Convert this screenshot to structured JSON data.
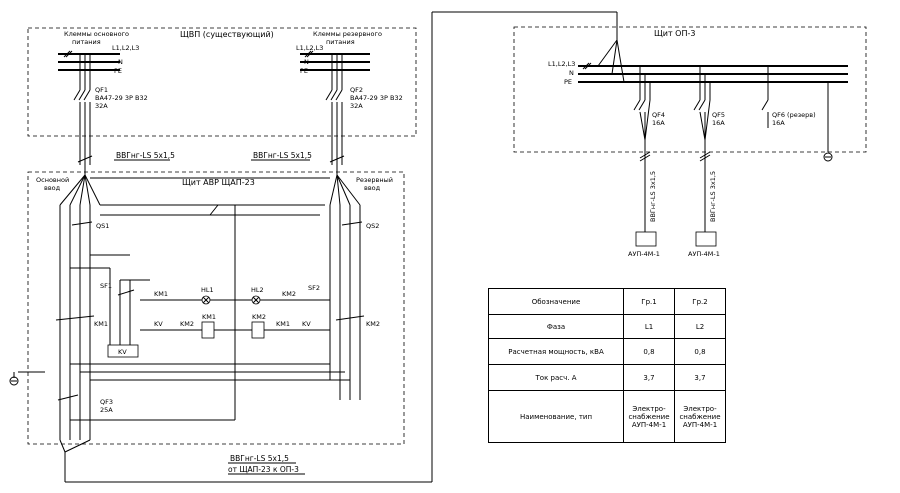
{
  "vvp": {
    "title": "ЩВП (существующий)",
    "main_terminals": "Клеммы основного питания",
    "main_terminals_1": "Клеммы основного",
    "main_terminals_2": "питания",
    "reserve_terminals_1": "Клеммы резервного",
    "reserve_terminals_2": "питания",
    "bus_l": "L1,L2,L3",
    "bus_n": "N",
    "bus_pe": "PE",
    "qf1": "QF1",
    "qf1_spec": "ВА47-29 3Р В32",
    "qf1_rating": "32А",
    "qf2": "QF2",
    "qf2_spec": "ВА47-29 3Р В32",
    "qf2_rating": "32А"
  },
  "cables": {
    "main": "ВВГнг-LS 5х1,5",
    "reserve": "ВВГнг-LS 5х1,5",
    "out": "ВВГнг-LS 5х1,5",
    "out_route": "от ЩАП-23 к ОП-3",
    "feeder1": "ВВГнг-LS 3х1,5",
    "feeder2": "ВВГнг-LS 3х1,5"
  },
  "avr": {
    "title": "Щит АВР ЩАП-23",
    "main_input_1": "Основной",
    "main_input_2": "ввод",
    "reserve_input_1": "Резервный",
    "reserve_input_2": "ввод",
    "qs1": "QS1",
    "qs2": "QS2",
    "sf1": "SF1",
    "sf2": "SF2",
    "km1": "KM1",
    "km2": "KM2",
    "kv": "KV",
    "hl1": "HL1",
    "hl2": "HL2",
    "qf3": "QF3",
    "qf3_rating": "25А"
  },
  "op3": {
    "title": "Щит ОП-3",
    "bus_l": "L1,L2,L3",
    "bus_n": "N",
    "bus_pe": "PE",
    "qf4": "QF4",
    "qf4_rating": "16А",
    "qf5": "QF5",
    "qf5_rating": "16А",
    "qf6": "QF6 (резерв)",
    "qf6_rating": "16А",
    "load1": "АУП-4М-1",
    "load2": "АУП-4М-1"
  },
  "table": {
    "header": {
      "label": "Обозначение",
      "g1": "Гр.1",
      "g2": "Гр.2"
    },
    "rows": [
      {
        "label": "Фаза",
        "g1": "L1",
        "g2": "L2"
      },
      {
        "label": "Расчетная мощность, кВА",
        "g1": "0,8",
        "g2": "0,8"
      },
      {
        "label": "Ток расч. А",
        "g1": "3,7",
        "g2": "3,7"
      },
      {
        "label": "Наименование, тип",
        "g1": "Электро- снабжение АУП-4М-1",
        "g2": "Электро- снабжение АУП-4М-1"
      }
    ]
  }
}
